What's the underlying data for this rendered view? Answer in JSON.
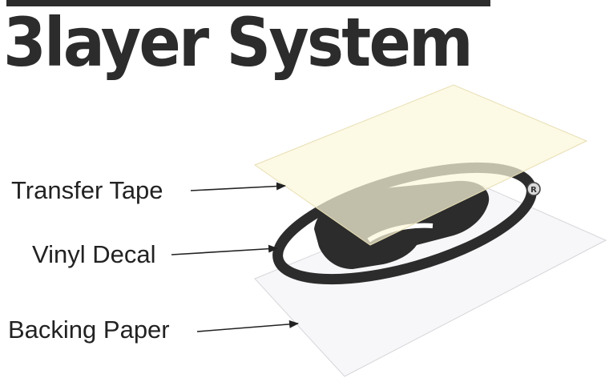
{
  "title": "3layer System",
  "layers": [
    {
      "label": "Transfer Tape",
      "color": "#fbf7da"
    },
    {
      "label": "Vinyl Decal",
      "color": "#2c2c2c"
    },
    {
      "label": "Backing Paper",
      "color": "#f7f7fa"
    }
  ],
  "registered_mark": "R"
}
